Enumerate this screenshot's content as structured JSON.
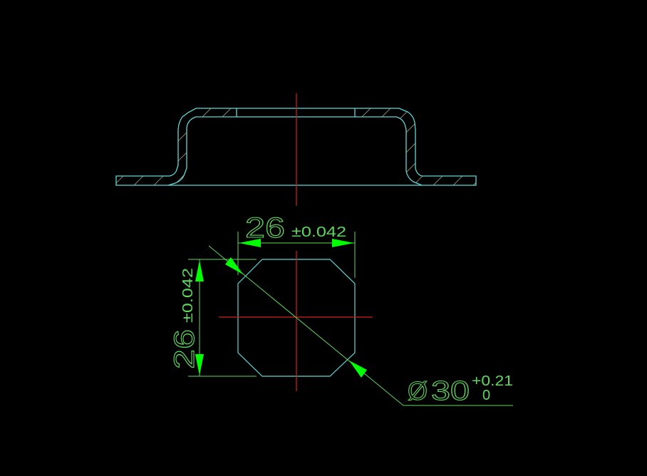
{
  "colors": {
    "background": "#000000",
    "outline": "#5fd7d7",
    "centerline": "#d02020",
    "dimension": "#5fd75f",
    "arrow": "#00ff00",
    "hatch": "#a89880"
  },
  "section_view": {
    "label": "flanged cap cross-section",
    "hatch": "ANSI31"
  },
  "plan_view": {
    "label": "octagonal hole top view"
  },
  "dimensions": {
    "width": {
      "value": "26",
      "tolerance": "±0.042"
    },
    "height": {
      "value": "26",
      "tolerance": "±0.042"
    },
    "diameter": {
      "symbol": "Ø",
      "value": "30",
      "upper_tol": "+0.21",
      "lower_tol": "0"
    }
  }
}
